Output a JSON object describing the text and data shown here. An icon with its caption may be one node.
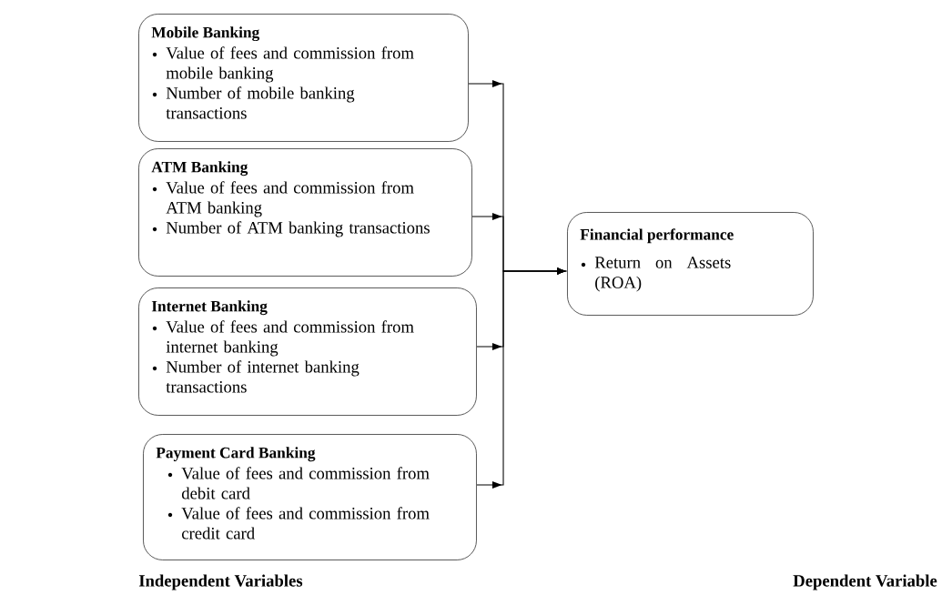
{
  "diagram": {
    "nodes": [
      {
        "text": [
          "Mobile Banking",
          "Value of fees and commission from mobile banking",
          "Number of mobile banking transactions"
        ]
      },
      {
        "text": [
          "ATM Banking",
          "Value of fees and commission from ATM banking",
          "Number of ATM banking transactions"
        ]
      },
      {
        "text": [
          "Internet Banking",
          "Value of fees and commission from internet banking",
          "Number of internet banking transactions"
        ]
      },
      {
        "text": [
          "Payment Card Banking",
          "Value of fees and commission from debit card",
          "Value of fees and commission from credit card"
        ]
      },
      {
        "text": [
          "Financial performance",
          "Return on Assets (ROA)"
        ]
      }
    ],
    "edges": [
      {
        "from": 0,
        "to": 4,
        "arrow": "to"
      },
      {
        "from": 1,
        "to": 4,
        "arrow": "to"
      },
      {
        "from": 2,
        "to": 4,
        "arrow": "to"
      },
      {
        "from": 3,
        "to": 4,
        "arrow": "to"
      }
    ],
    "labels": [
      "Independent Variables",
      "Dependent Variable"
    ]
  }
}
